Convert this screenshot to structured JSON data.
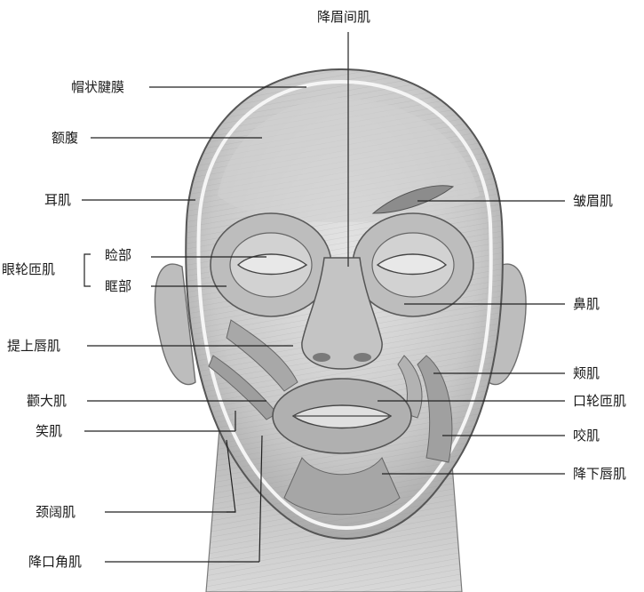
{
  "labels": {
    "glabella": "降眉间肌",
    "galea": "帽状腱膜",
    "frontal": "额腹",
    "auricular": "耳肌",
    "orbicularis_oculi": "眼轮匝肌",
    "palpebral": "睑部",
    "orbital": "眶部",
    "levator_labii": "提上唇肌",
    "zygomaticus_major": "颧大肌",
    "risorius": "笑肌",
    "platysma": "颈阔肌",
    "depressor_anguli": "降口角肌",
    "corrugator": "皱眉肌",
    "nasalis": "鼻肌",
    "buccinator": "颊肌",
    "orbicularis_oris": "口轮匝肌",
    "masseter": "咬肌",
    "depressor_labii": "降下唇肌"
  }
}
